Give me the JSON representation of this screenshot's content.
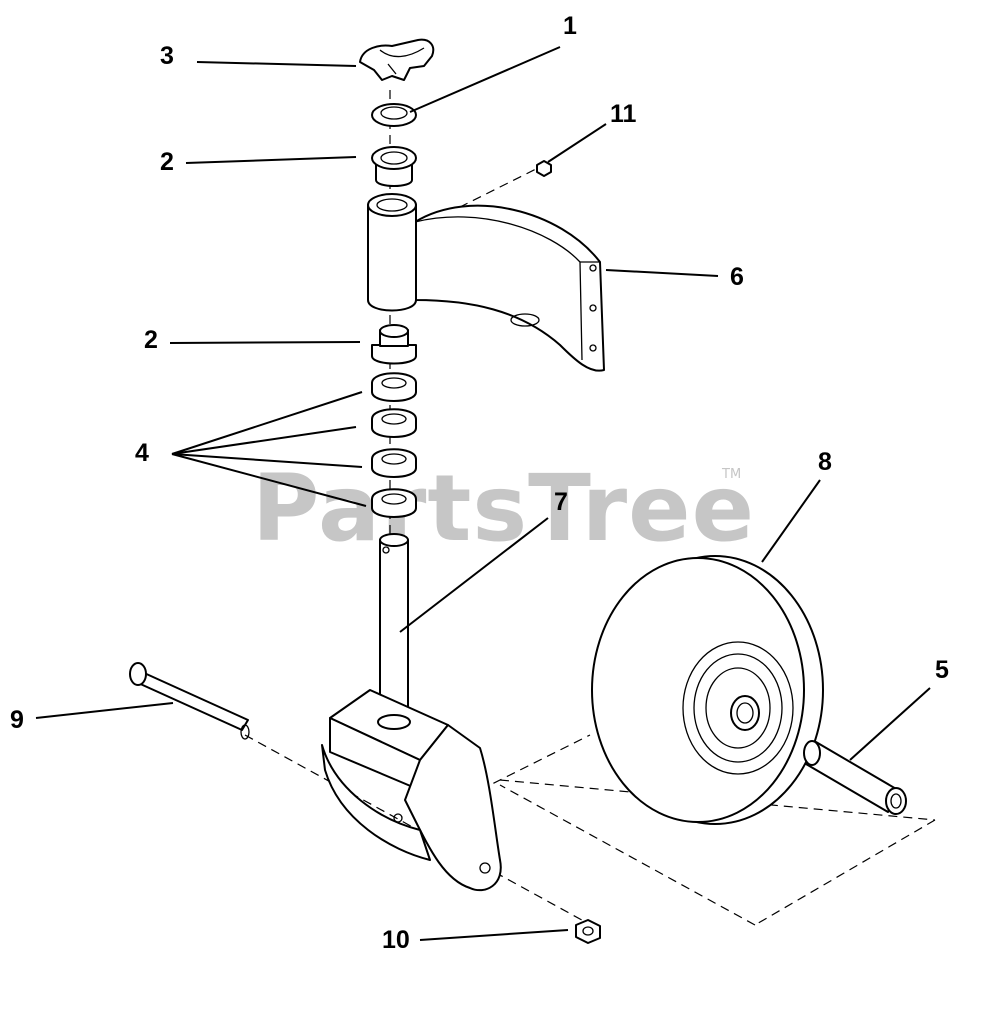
{
  "watermark": {
    "text": "PartsTree",
    "trademark": "TM"
  },
  "callouts": [
    {
      "id": "1",
      "label": "1"
    },
    {
      "id": "2a",
      "label": "2"
    },
    {
      "id": "2b",
      "label": "2"
    },
    {
      "id": "3",
      "label": "3"
    },
    {
      "id": "4",
      "label": "4"
    },
    {
      "id": "5",
      "label": "5"
    },
    {
      "id": "6",
      "label": "6"
    },
    {
      "id": "7",
      "label": "7"
    },
    {
      "id": "8",
      "label": "8"
    },
    {
      "id": "9",
      "label": "9"
    },
    {
      "id": "10",
      "label": "10"
    },
    {
      "id": "11",
      "label": "11"
    }
  ],
  "colors": {
    "line": "#000000",
    "watermark": "#c6c6c6",
    "background": "#ffffff"
  }
}
